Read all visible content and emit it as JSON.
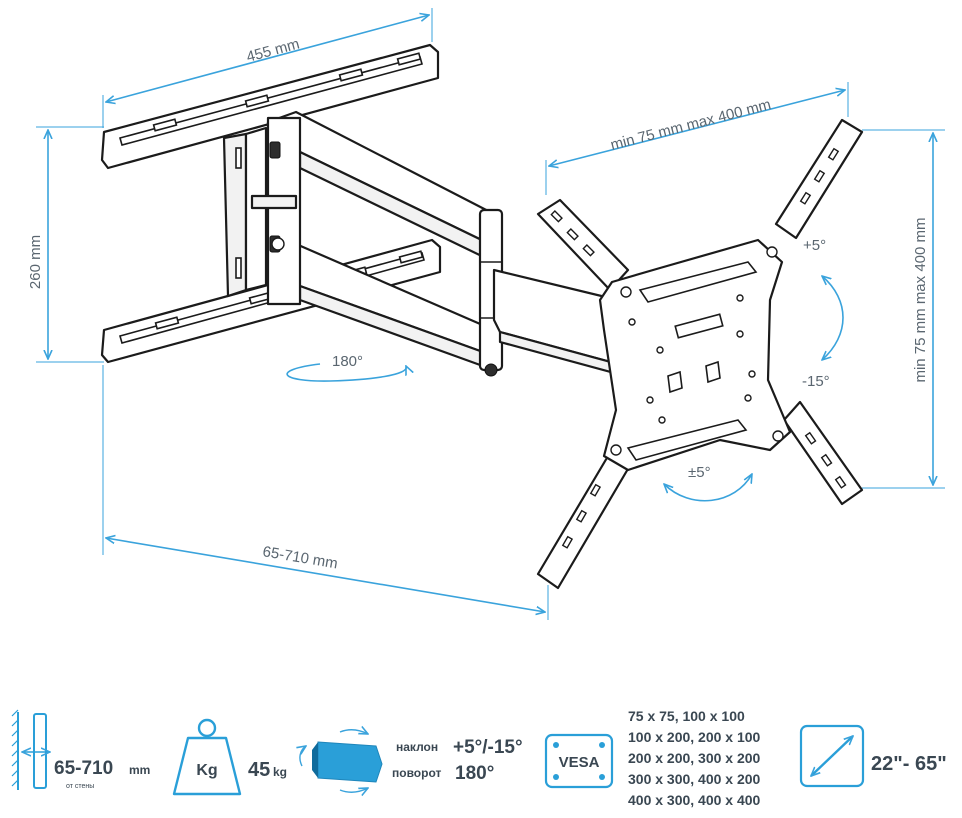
{
  "dimensions": {
    "plate_width": "455 mm",
    "plate_height": "260 mm",
    "vesa_horizontal": "min 75 mm max 400 mm",
    "vesa_vertical": "min 75 mm max 400 mm",
    "extension": "65-710 mm"
  },
  "angles": {
    "swivel": "180°",
    "tilt_up": "+5°",
    "tilt_down": "-15°",
    "rotate": "±5°"
  },
  "specs": {
    "distance_value": "65-710",
    "distance_unit": "mm",
    "distance_caption": "от стены",
    "weight_icon_label": "Kg",
    "weight_value": "45",
    "weight_unit": "kg",
    "tilt_label": "наклон",
    "tilt_value": "+5°/-15°",
    "swivel_label": "поворот",
    "swivel_value": "180°",
    "vesa_badge": "VESA",
    "vesa_list": [
      "75 x 75, 100 x 100",
      "100 x 200, 200 x 100",
      "200 x 200, 300 x 200",
      "300 x 300, 400 x 200",
      "400 x 300, 400 x 400"
    ],
    "screen_size": "22\"- 65\""
  },
  "colors": {
    "accent": "#2a9fd8",
    "dimension_line": "#3aa3dc",
    "outline": "#1b1b1b",
    "text": "#3a4752"
  }
}
